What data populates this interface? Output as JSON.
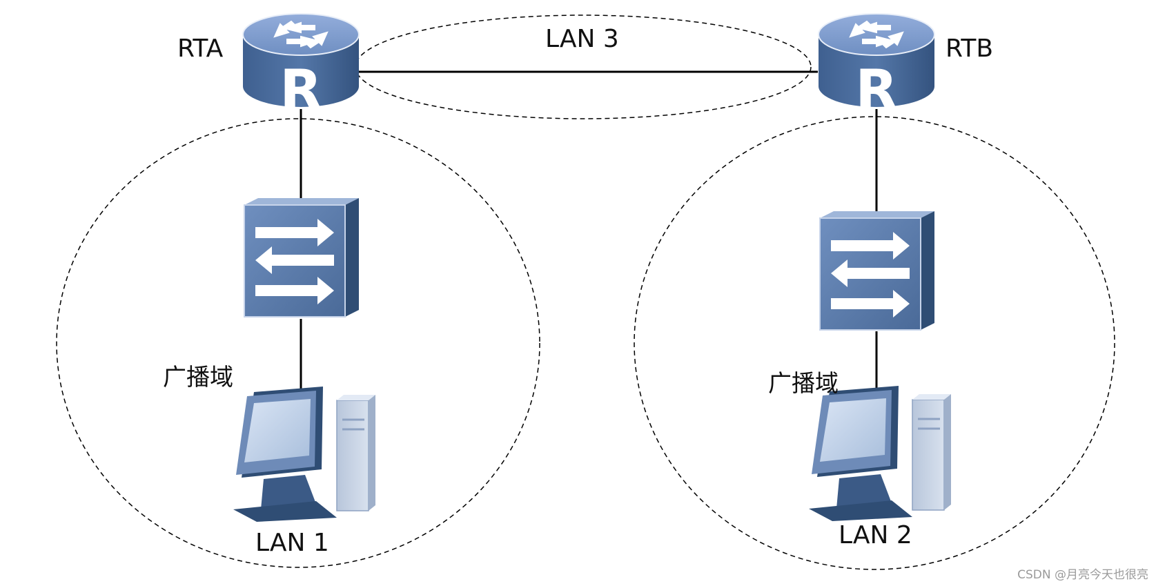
{
  "routers": {
    "left": {
      "name": "RTA",
      "letter": "R"
    },
    "right": {
      "name": "RTB",
      "letter": "R"
    }
  },
  "lans": {
    "lan1": "LAN 1",
    "lan2": "LAN 2",
    "lan3": "LAN 3"
  },
  "domains": {
    "left": "广播域",
    "right": "广播域"
  },
  "watermark": "CSDN @月亮今天也很亮",
  "colors": {
    "device_face": "#4f6f98",
    "device_dark": "#2f4d74",
    "device_light": "#7f9ccb",
    "line": "#000000"
  }
}
